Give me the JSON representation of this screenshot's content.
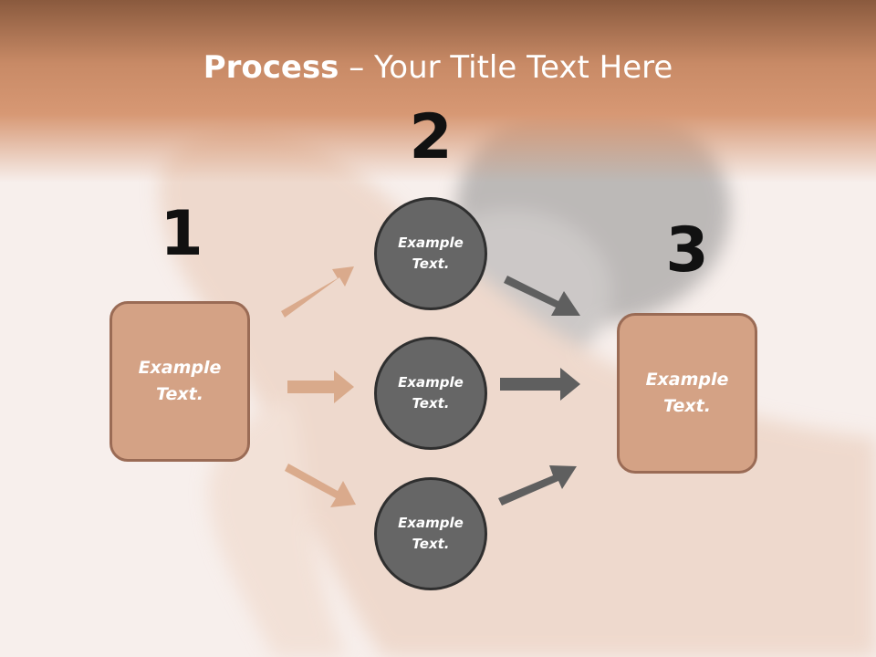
{
  "title": {
    "bold": "Process",
    "rest": " – Your Title Text Here"
  },
  "steps": [
    {
      "number": "1",
      "text": "Example\nText."
    },
    {
      "number": "2",
      "text": ""
    },
    {
      "number": "3",
      "text": "Example\nText."
    }
  ],
  "circles": [
    {
      "text": "Example\nText."
    },
    {
      "text": "Example\nText."
    },
    {
      "text": "Example\nText."
    }
  ],
  "colors": {
    "accent_box": "#d4a285",
    "circle_fill": "#666666",
    "arrow_tan": "#d8a888",
    "arrow_gray": "#5f5f5f"
  }
}
